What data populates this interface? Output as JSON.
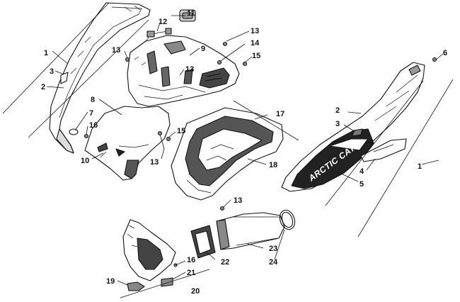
{
  "diagram": {
    "callouts": [
      "1",
      "2",
      "3",
      "4",
      "5",
      "6",
      "7",
      "8",
      "9",
      "10",
      "11",
      "12",
      "13",
      "14",
      "15",
      "16",
      "17",
      "18",
      "19",
      "20",
      "21",
      "22",
      "23",
      "24"
    ],
    "decal_text": "ARCTIC CAT"
  }
}
